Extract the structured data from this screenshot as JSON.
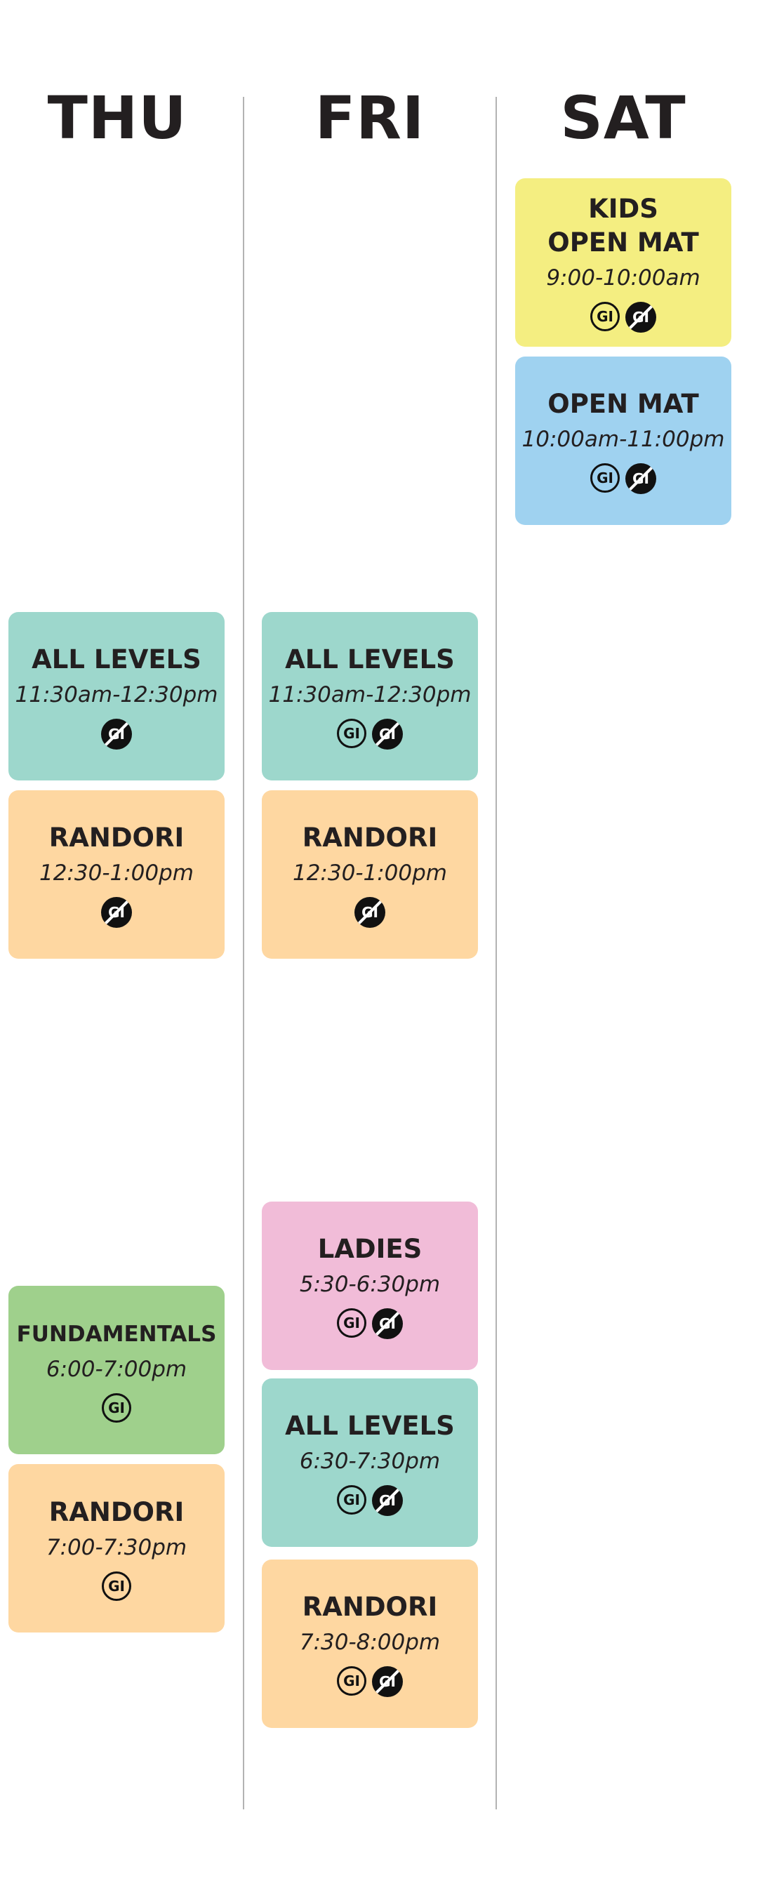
{
  "colors": {
    "kids_yellow": "#f4ee81",
    "open_mat_blue": "#9fd2f0",
    "all_levels_teal": "#9dd7cc",
    "randori_orange": "#fed7a1",
    "ladies_pink": "#f1bcd8",
    "fundamentals_green": "#9fd08c"
  },
  "icons": {
    "gi": "gi-icon",
    "no_gi": "no-gi-icon"
  },
  "days": {
    "thu": "THU",
    "fri": "FRI",
    "sat": "SAT"
  },
  "classes": {
    "sat_kids": {
      "title": "KIDS\nOPEN MAT",
      "time": "9:00-10:00am",
      "gi": "GI",
      "nogi": "GI"
    },
    "sat_open": {
      "title": "OPEN MAT",
      "time": "10:00am-11:00pm",
      "gi": "GI",
      "nogi": "GI"
    },
    "thu_all_levels_am": {
      "title": "ALL LEVELS",
      "time": "11:30am-12:30pm",
      "nogi": "GI"
    },
    "fri_all_levels_am": {
      "title": "ALL LEVELS",
      "time": "11:30am-12:30pm",
      "gi": "GI",
      "nogi": "GI"
    },
    "thu_randori_pm": {
      "title": "RANDORI",
      "time": "12:30-1:00pm",
      "nogi": "GI"
    },
    "fri_randori_pm": {
      "title": "RANDORI",
      "time": "12:30-1:00pm",
      "nogi": "GI"
    },
    "fri_ladies": {
      "title": "LADIES",
      "time": "5:30-6:30pm",
      "gi": "GI",
      "nogi": "GI"
    },
    "thu_fundamentals": {
      "title": "FUNDAMENTALS",
      "time": "6:00-7:00pm",
      "gi": "GI"
    },
    "fri_all_levels_eve": {
      "title": "ALL LEVELS",
      "time": "6:30-7:30pm",
      "gi": "GI",
      "nogi": "GI"
    },
    "thu_randori_eve": {
      "title": "RANDORI",
      "time": "7:00-7:30pm",
      "gi": "GI"
    },
    "fri_randori_eve": {
      "title": "RANDORI",
      "time": "7:30-8:00pm",
      "gi": "GI",
      "nogi": "GI"
    }
  }
}
